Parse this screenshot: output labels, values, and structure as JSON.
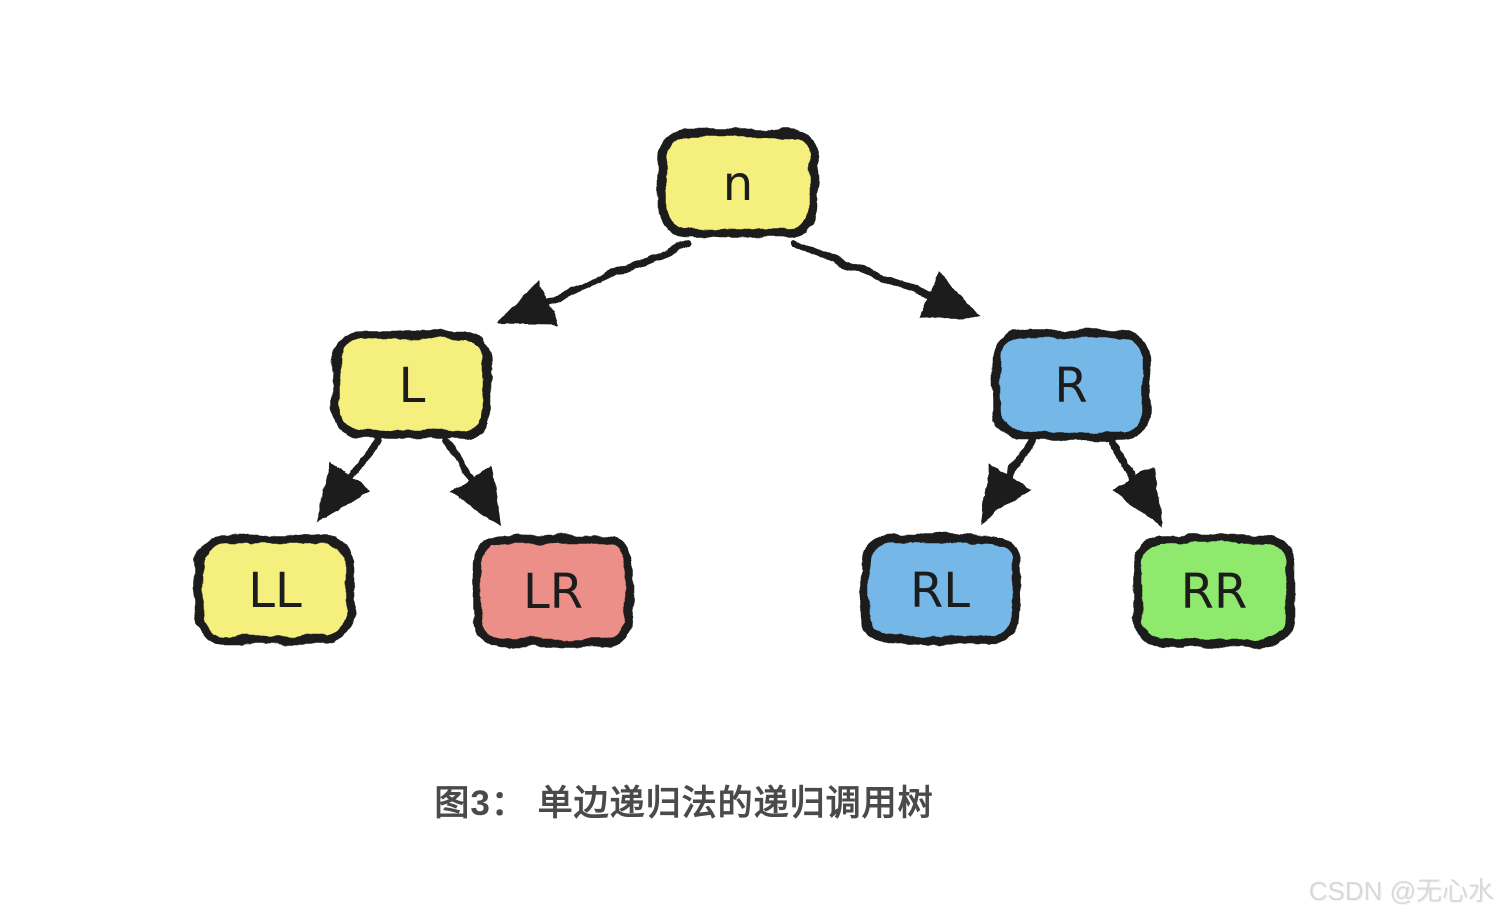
{
  "canvas": {
    "background": "#ffffff",
    "stroke_color": "#1a1a1a"
  },
  "figure": {
    "type": "tree-diagram",
    "style": "hand-drawn",
    "nodes": [
      {
        "id": "n",
        "label": "n",
        "fill": "#f5ef7d"
      },
      {
        "id": "L",
        "label": "L",
        "fill": "#f5ef7d"
      },
      {
        "id": "R",
        "label": "R",
        "fill": "#74b8e8"
      },
      {
        "id": "LL",
        "label": "LL",
        "fill": "#f5ef7d"
      },
      {
        "id": "LR",
        "label": "LR",
        "fill": "#ec8f88"
      },
      {
        "id": "RL",
        "label": "RL",
        "fill": "#74b8e8"
      },
      {
        "id": "RR",
        "label": "RR",
        "fill": "#8ee96c"
      }
    ],
    "edges": [
      {
        "from": "n",
        "to": "L"
      },
      {
        "from": "n",
        "to": "R"
      },
      {
        "from": "L",
        "to": "LL"
      },
      {
        "from": "L",
        "to": "LR"
      },
      {
        "from": "R",
        "to": "RL"
      },
      {
        "from": "R",
        "to": "RR"
      }
    ]
  },
  "caption": {
    "text": "图3： 单边递归法的递归调用树",
    "color": "#4a4a4a"
  },
  "watermark": {
    "text": "CSDN @无心水",
    "color": "#d9d9d9"
  }
}
